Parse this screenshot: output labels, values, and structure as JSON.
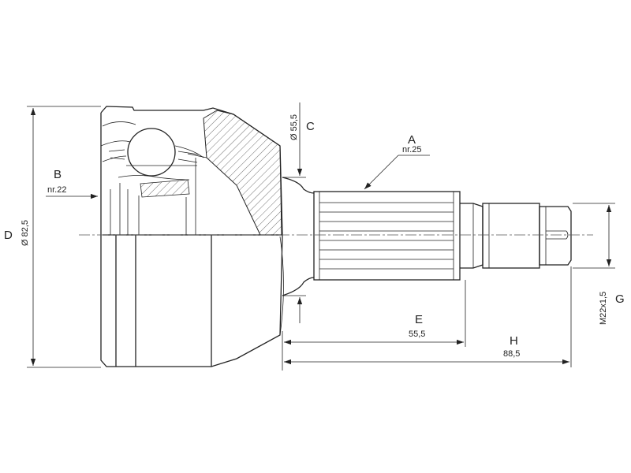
{
  "labels": {
    "A": "A",
    "A_sub": "nr.25",
    "B": "B",
    "B_sub": "nr.22",
    "C": "C",
    "C_dim": "Ø 55,5",
    "D": "D",
    "D_dim": "Ø 82,5",
    "E": "E",
    "E_dim": "55,5",
    "G": "G",
    "G_dim": "M22x1,5",
    "H": "H",
    "H_dim": "88,5"
  }
}
